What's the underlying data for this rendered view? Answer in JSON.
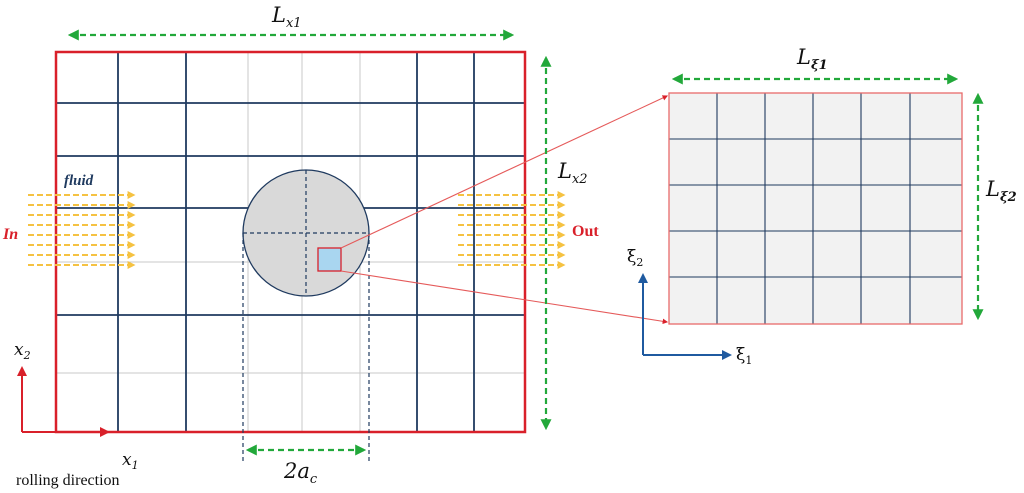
{
  "labels": {
    "lx1_base": "L",
    "lx1_sub": "x1",
    "lx2_base": "L",
    "lx2_sub": "x2",
    "lxi1_base": "L",
    "lxi1_sub": "ξ1",
    "lxi2_base": "L",
    "lxi2_sub": "ξ2",
    "contact_base": "2a",
    "contact_sub": "c",
    "fluid": "fluid",
    "in": "In",
    "out": "Out",
    "x1_base": "x",
    "x1_sub": "1",
    "x2_base": "x",
    "x2_sub": "2",
    "xi1_base": "ξ",
    "xi1_sub": "1",
    "xi2_base": "ξ",
    "xi2_sub": "2",
    "rolling": "rolling direction"
  },
  "colors": {
    "boundary_red": "#d9202a",
    "grid_navy": "#1f3a5f",
    "dimension_green": "#22a83a",
    "flow_yellow": "#f5c242",
    "axis_red": "#d9202a",
    "axis_blue": "#1f5aa0",
    "contact_fill": "#d9d9d9",
    "zoom_fill": "#a9d6f0",
    "label_blue": "#1f3a5f"
  }
}
